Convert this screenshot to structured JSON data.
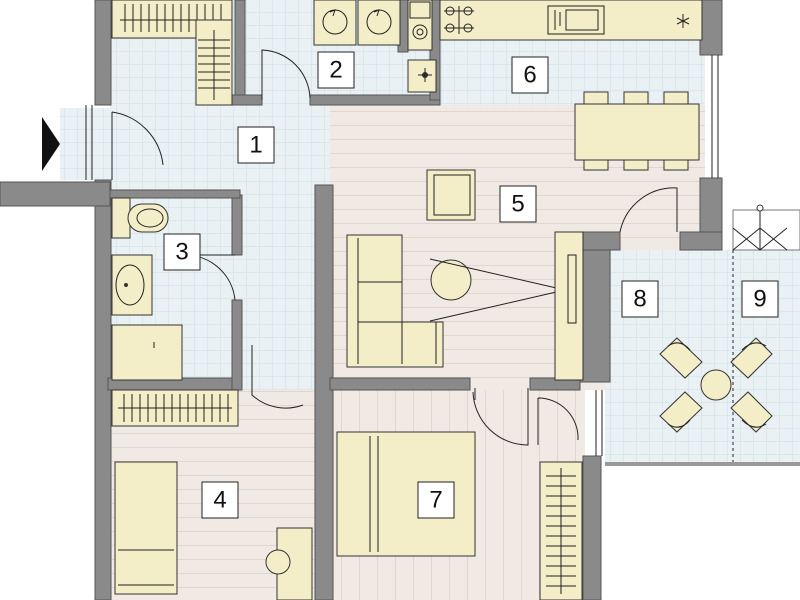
{
  "floor_plan": {
    "rooms": [
      {
        "id": "room-1",
        "label": "1"
      },
      {
        "id": "room-2",
        "label": "2"
      },
      {
        "id": "room-3",
        "label": "3"
      },
      {
        "id": "room-4",
        "label": "4"
      },
      {
        "id": "room-5",
        "label": "5"
      },
      {
        "id": "room-6",
        "label": "6"
      },
      {
        "id": "room-7",
        "label": "7"
      },
      {
        "id": "room-8",
        "label": "8"
      },
      {
        "id": "room-9",
        "label": "9"
      }
    ],
    "colors": {
      "tile_floor": "#e9f1f4",
      "tile_grid": "#cfdde3",
      "wood_floor": "#f1e9e4",
      "wood_lines": "#e2d6cf",
      "furniture": "#f3edc8",
      "wall": "#8a8a8a",
      "arrow": "#111111"
    }
  }
}
